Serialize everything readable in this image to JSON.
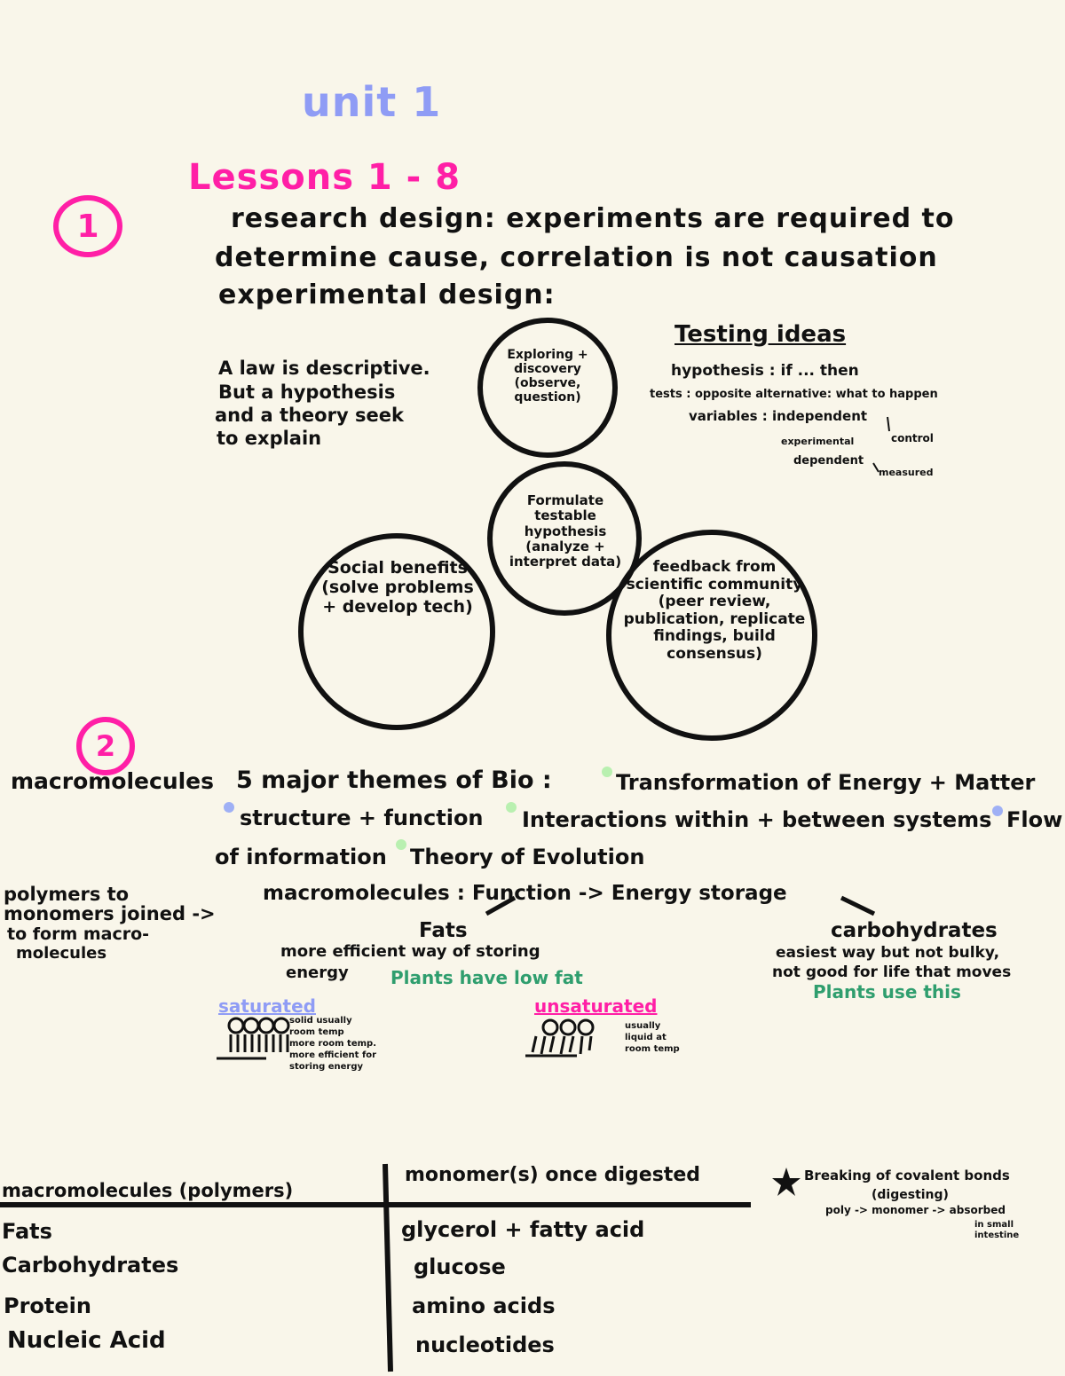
{
  "colors": {
    "title": "#8f9cf5",
    "lessons": "#ff1fa6",
    "ink": "#111111",
    "green": "#2f9e6e",
    "light_green": "#b9f0b0",
    "light_blue": "#9fb0f5",
    "paper": "#f9f6ea"
  },
  "title": "unit 1",
  "lessons": "Lessons 1 - 8",
  "section1": {
    "number": "1",
    "line1": "research design: experiments are required to",
    "line2": "determine cause, correlation is not causation",
    "line3": "experimental design:",
    "law_note": {
      "l1": "A law is descriptive.",
      "l2": "But a hypothesis",
      "l3": "and a theory seek",
      "l4": "to explain"
    },
    "testing": {
      "heading": "Testing ideas",
      "hypothesis": "hypothesis : if ... then",
      "tests": "tests : opposite   alternative: what to happen",
      "variables": "variables : independent",
      "experimental": "experimental",
      "control": "control",
      "dependent": "dependent",
      "measured": "measured"
    },
    "circles": {
      "c1": "Exploring + discovery (observe, question)",
      "c2": "Formulate testable hypothesis (analyze + interpret data)",
      "c3": "Social benefits (solve problems + develop tech)",
      "c4": "feedback from scientific community (peer review, publication, replicate findings, build consensus)"
    }
  },
  "section2": {
    "number": "2",
    "label": "macromolecules",
    "themes_intro": "5 major themes of Bio :",
    "theme1": "Transformation of Energy + Matter",
    "theme2": "structure + function",
    "theme3": "Interactions within + between systems",
    "theme4": "Flow",
    "theme4b": "of information",
    "theme5": "Theory of Evolution",
    "polymers_note": {
      "l1": "polymers to",
      "l2": "monomers joined ->",
      "l3": "to form macro-",
      "l4": "molecules"
    },
    "function_line": "macromolecules : Function -> Energy storage",
    "fats": {
      "heading": "Fats",
      "desc1": "more efficient way of storing",
      "desc2": "energy",
      "plants": "Plants have low fat",
      "saturated": "saturated",
      "sat_notes": [
        "solid usually",
        "room temp",
        "more room temp.",
        "more efficient for",
        "storing energy"
      ],
      "unsaturated": "unsaturated",
      "unsat_notes": [
        "usually",
        "liquid at",
        "room temp"
      ]
    },
    "carbs": {
      "heading": "carbohydrates",
      "desc1": "easiest way but not bulky,",
      "desc2": "not good for life that moves",
      "plants": "Plants use this"
    }
  },
  "table": {
    "header_left": "macromolecules (polymers)",
    "header_right": "monomer(s) once digested",
    "rows": [
      {
        "left": "Fats",
        "right": "glycerol + fatty acid"
      },
      {
        "left": "Carbohydrates",
        "right": "glucose"
      },
      {
        "left": "Protein",
        "right": "amino acids"
      },
      {
        "left": "Nucleic Acid",
        "right": "nucleotides"
      }
    ],
    "note": {
      "l1": "Breaking of covalent bonds",
      "l2": "(digesting)",
      "l3": "poly -> monomer -> absorbed",
      "l4": "in small",
      "l5": "intestine"
    }
  }
}
